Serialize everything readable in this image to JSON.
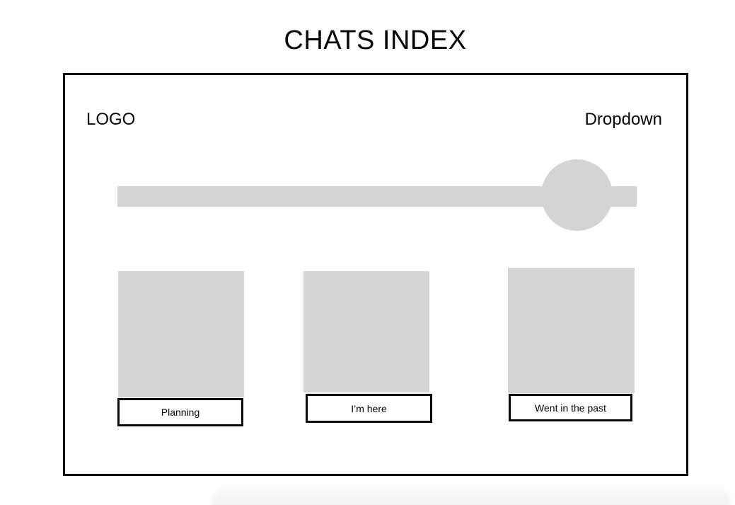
{
  "page": {
    "title": "CHATS INDEX"
  },
  "header": {
    "logo_label": "LOGO",
    "dropdown_label": "Dropdown"
  },
  "slider": {
    "handle_position_percent": 82,
    "track_color": "#d4d4d4",
    "handle_color": "#d4d4d4"
  },
  "cards": [
    {
      "image": "placeholder",
      "label": "Planning"
    },
    {
      "image": "placeholder",
      "label": "I’m here"
    },
    {
      "image": "placeholder",
      "label": "Went in the past"
    }
  ],
  "colors": {
    "placeholder_gray": "#d4d4d4",
    "border_black": "#0a0a0a",
    "page_bg": "#ffffff"
  }
}
